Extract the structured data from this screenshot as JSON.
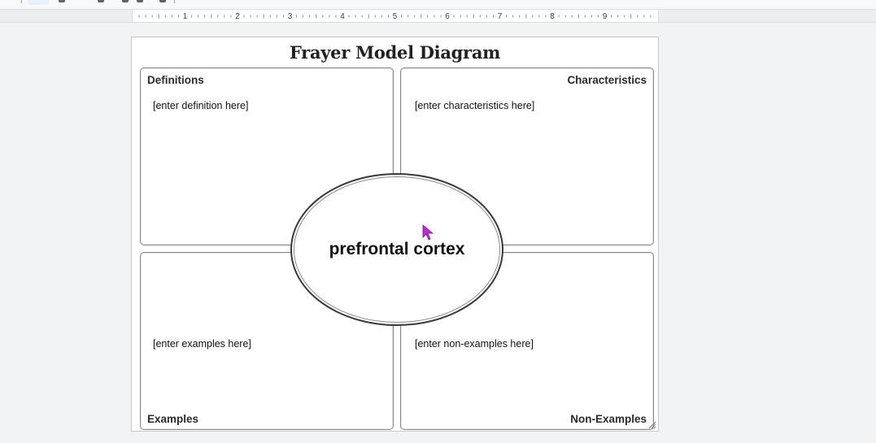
{
  "ruler": {
    "numbers": [
      "1",
      "2",
      "3",
      "4",
      "5",
      "6",
      "7",
      "8",
      "9"
    ]
  },
  "diagram": {
    "title": "Frayer Model Diagram",
    "center_term": "prefrontal cortex",
    "quadrants": {
      "definitions": {
        "label": "Definitions",
        "placeholder": "[enter definition here]"
      },
      "characteristics": {
        "label": "Characteristics",
        "placeholder": "[enter characteristics here]"
      },
      "examples": {
        "label": "Examples",
        "placeholder": "[enter examples here]"
      },
      "non_examples": {
        "label": "Non-Examples",
        "placeholder": "[enter non-examples here]"
      }
    }
  },
  "cursor": {
    "color": "#c026d3",
    "icon": "mouse-pointer-icon"
  }
}
